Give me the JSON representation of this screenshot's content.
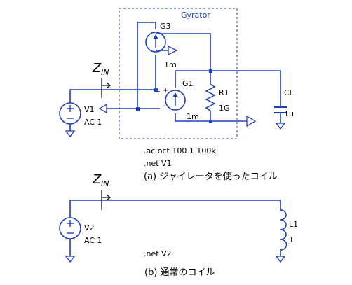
{
  "box": {
    "title": "Gyrator"
  },
  "components": {
    "g3": {
      "name": "G3",
      "value": "1m"
    },
    "g1": {
      "name": "G1",
      "value": "1m"
    },
    "r1": {
      "name": "R1",
      "value": "1G"
    },
    "cl": {
      "name": "CL",
      "value": "1μ"
    },
    "v1": {
      "name": "V1",
      "value": "AC 1"
    },
    "v2": {
      "name": "V2",
      "value": "AC 1"
    },
    "l1": {
      "name": "L1",
      "value": "1"
    }
  },
  "zin_top": {
    "main": "Z",
    "sub": "IN"
  },
  "zin_bottom": {
    "main": "Z",
    "sub": "IN"
  },
  "directives": {
    "ac": ".ac oct 100 1 100k",
    "net_v1": ".net V1",
    "net_v2": ".net V2"
  },
  "captions": {
    "a": "(a) ジャイレータを使ったコイル",
    "b": "(b) 通常のコイル"
  },
  "pins": {
    "plus": "+",
    "minus": "-"
  },
  "colors": {
    "wire": "#1f3fbf",
    "component": "#1f3fbf",
    "box": "#1f3fbf",
    "text": "#000000",
    "box_title": "#1f3fbf"
  }
}
